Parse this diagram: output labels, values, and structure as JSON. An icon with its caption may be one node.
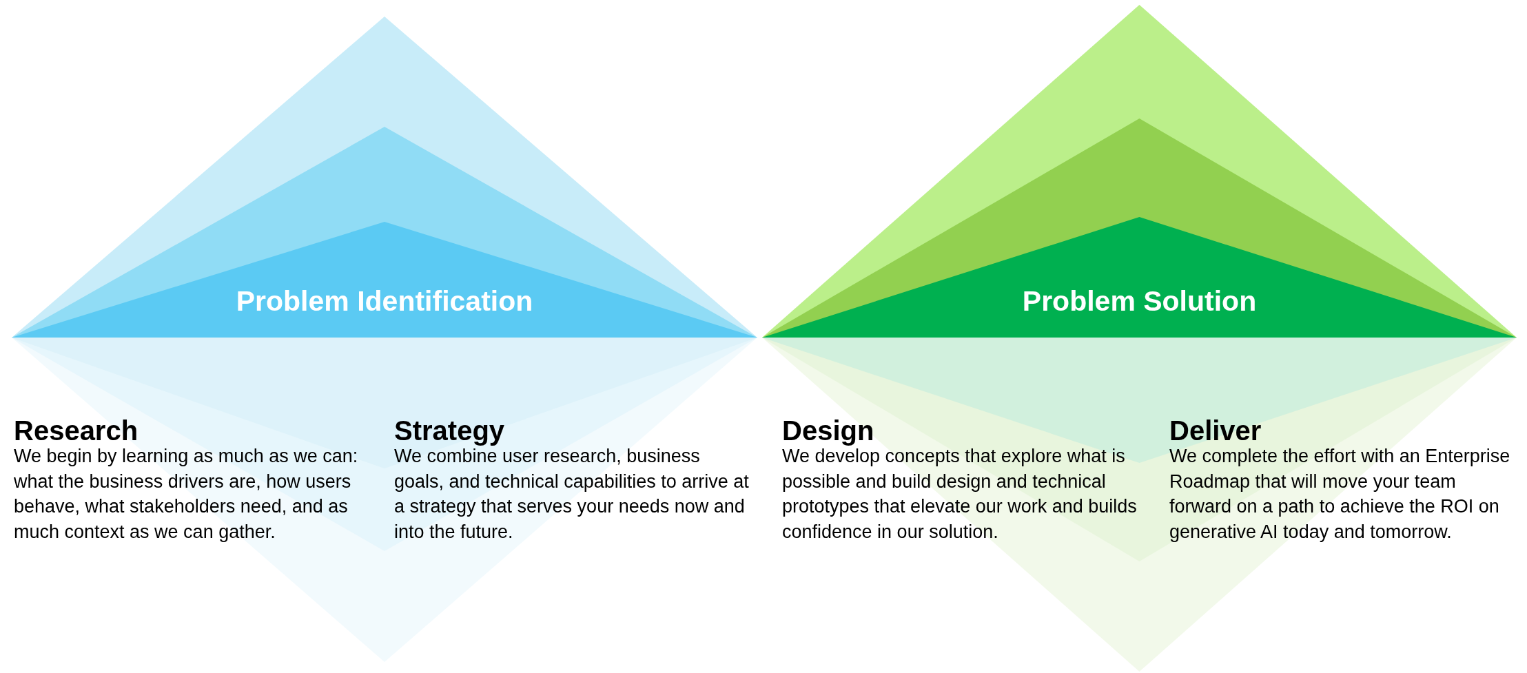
{
  "diagram": {
    "nodes": [
      {
        "text": [
          "Problem Identification"
        ]
      },
      {
        "text": [
          "Problem Solution"
        ]
      }
    ],
    "labels": [
      "Research",
      "We begin by learning as much as we can: what the business drivers are, how users behave, what stakeholders need, and as much context as we can gather.",
      "Strategy",
      "We combine user research, business goals, and technical capabilities to arrive at a strategy that serves your needs now and into the future.",
      "Design",
      "We develop concepts that explore what is possible and build design and technical prototypes that elevate our work and builds confidence in our solution.",
      "Deliver",
      "We complete the effort with an Enterprise Roadmap that will move your team forward on a path to achieve the ROI on generative AI today and tomorrow."
    ]
  }
}
